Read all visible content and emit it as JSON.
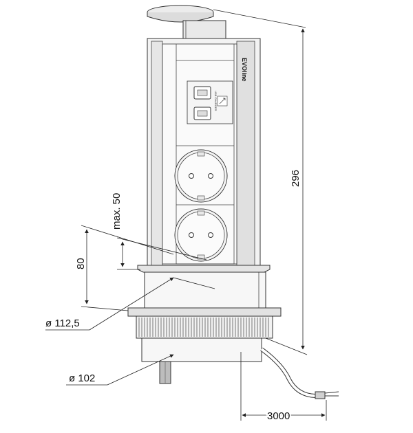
{
  "brand": {
    "label": "EVOline"
  },
  "usb_module": {
    "label": "USB CHARGER"
  },
  "dimensions": {
    "height_total": "296",
    "height_80": "80",
    "max_50": "max. 50",
    "diameter_112": "ø 112,5",
    "diameter_102": "ø 102",
    "cable_length": "3000"
  },
  "colors": {
    "line": "#333333",
    "fill_light": "#f2f2f2",
    "fill_body": "#e6e6e6",
    "fill_dark": "#cfcfcf"
  }
}
